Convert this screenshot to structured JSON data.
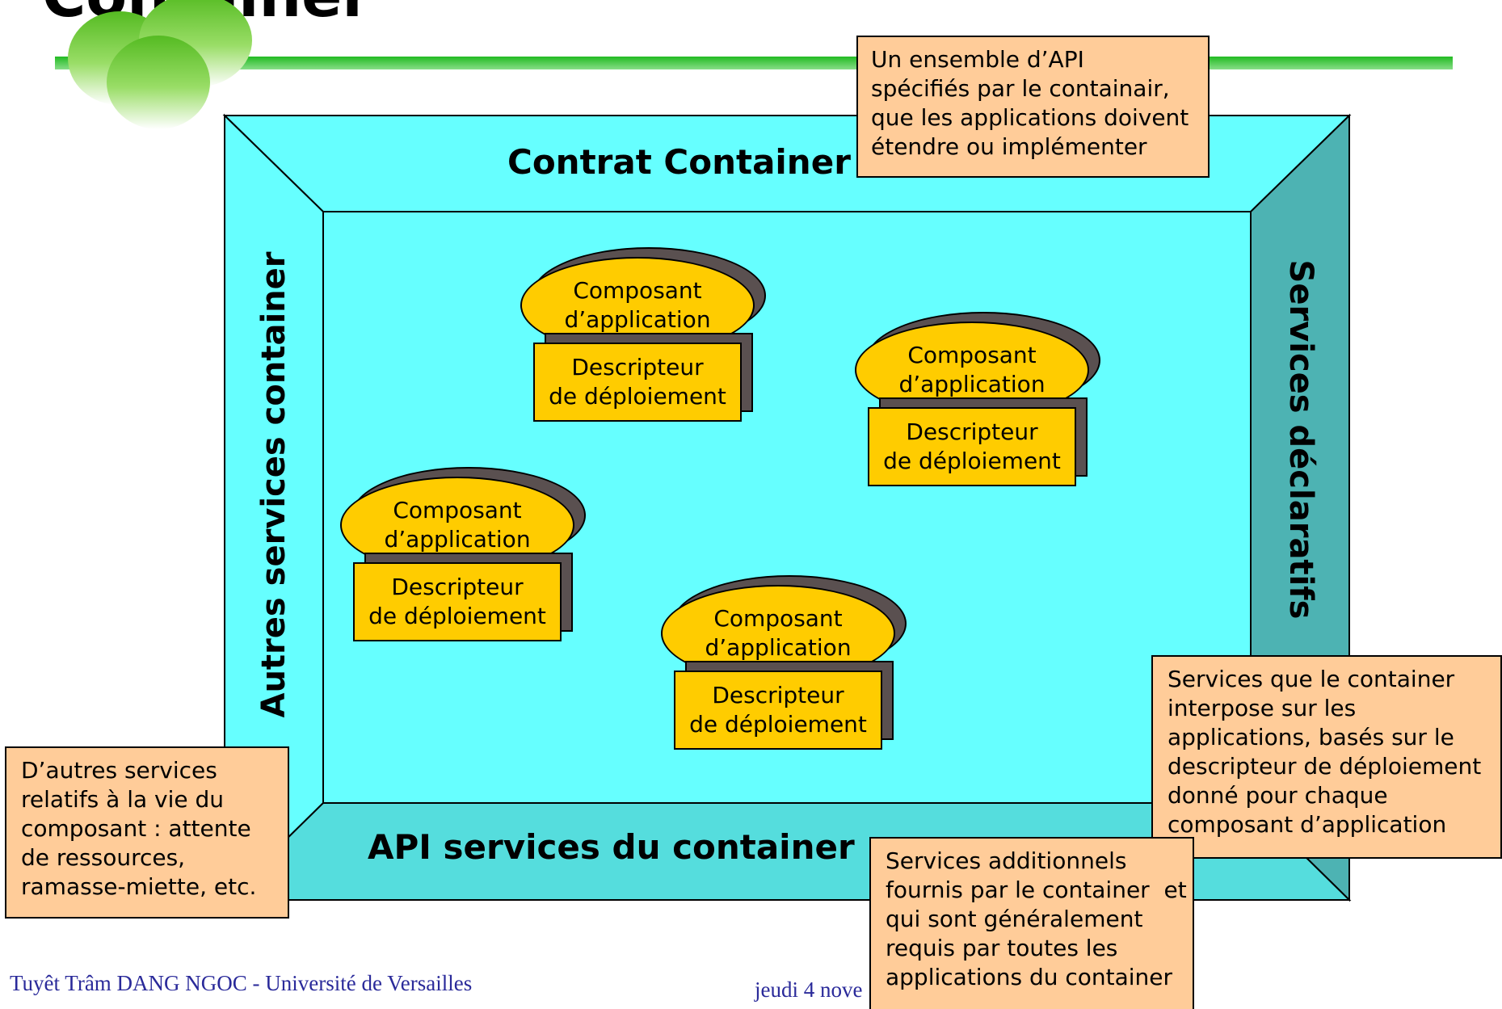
{
  "title": "Container",
  "frame": {
    "top_label": "Contrat Container",
    "bottom_label": "API services du container",
    "left_label": "Autres services container",
    "right_label": "Services déclaratifs"
  },
  "components": [
    {
      "ellipse": [
        "Composant",
        "d’application"
      ],
      "box": [
        "Descripteur",
        "de déploiement"
      ]
    },
    {
      "ellipse": [
        "Composant",
        "d’application"
      ],
      "box": [
        "Descripteur",
        "de déploiement"
      ]
    },
    {
      "ellipse": [
        "Composant",
        "d’application"
      ],
      "box": [
        "Descripteur",
        "de déploiement"
      ]
    },
    {
      "ellipse": [
        "Composant",
        "d’application"
      ],
      "box": [
        "Descripteur",
        "de déploiement"
      ]
    }
  ],
  "callouts": {
    "top": [
      "Un ensemble d’API",
      "spécifiés par le containair,",
      "que les applications doivent",
      "étendre ou implémenter"
    ],
    "left": [
      "D’autres services",
      "relatifs à la vie du",
      "composant : attente",
      "de ressources,",
      "ramasse-miette, etc."
    ],
    "right": [
      "Services que le container",
      "interpose sur les",
      "applications, basés sur le",
      "descripteur de déploiement",
      "donné pour chaque",
      "composant d’application"
    ],
    "bottom": [
      "Services additionnels",
      "fournis par le container  et",
      "qui sont généralement",
      "requis par toutes les",
      "applications du container"
    ]
  },
  "footer": {
    "author": "Tuyêt Trâm DANG NGOC - Université de Versailles",
    "date": "jeudi 4 nove"
  },
  "colors": {
    "frame_outer": "#66ffff",
    "frame_right": "#4db3b3",
    "frame_bottom": "#55dddd",
    "inner": "#66ffff",
    "component": "#ffcc00",
    "callout": "#ffcc99",
    "green_bar": "#33cc33",
    "title_bubbles": "#66cc33"
  }
}
